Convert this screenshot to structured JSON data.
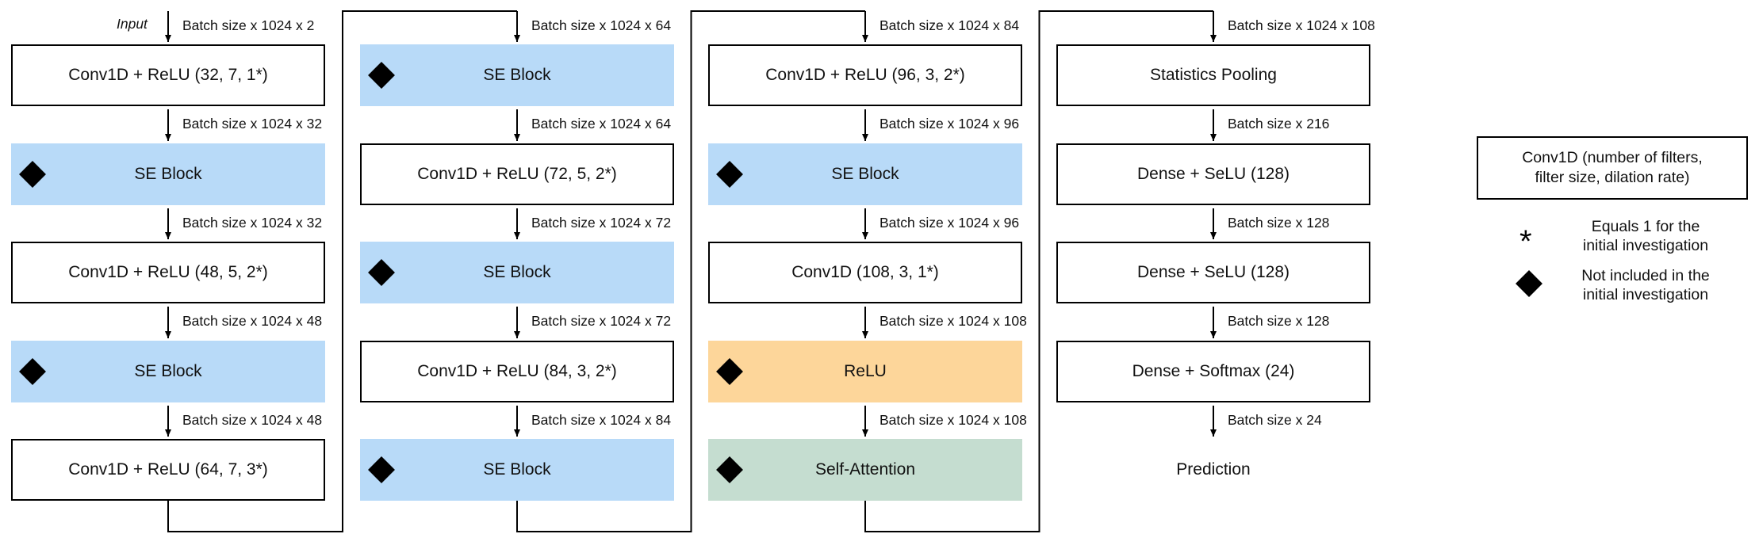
{
  "input_label": "Input",
  "columns": [
    {
      "top_label": "Batch size x 1024 x 2",
      "blocks": [
        {
          "text": "Conv1D + ReLU (32, 7, 1*)",
          "style": "conv",
          "marked": false
        },
        {
          "text": "SE Block",
          "style": "se",
          "marked": true
        },
        {
          "text": "Conv1D + ReLU (48, 5, 2*)",
          "style": "conv",
          "marked": false
        },
        {
          "text": "SE Block",
          "style": "se",
          "marked": true
        },
        {
          "text": "Conv1D + ReLU (64, 7, 3*)",
          "style": "conv",
          "marked": false
        }
      ],
      "between_labels": [
        "Batch size x 1024 x 32",
        "Batch size x 1024 x 32",
        "Batch size x 1024 x 48",
        "Batch size x 1024 x 48"
      ]
    },
    {
      "top_label": "Batch size x 1024 x 64",
      "blocks": [
        {
          "text": "SE Block",
          "style": "se",
          "marked": true
        },
        {
          "text": "Conv1D + ReLU (72, 5, 2*)",
          "style": "conv",
          "marked": false
        },
        {
          "text": "SE Block",
          "style": "se",
          "marked": true
        },
        {
          "text": "Conv1D + ReLU (84, 3, 2*)",
          "style": "conv",
          "marked": false
        },
        {
          "text": "SE Block",
          "style": "se",
          "marked": true
        }
      ],
      "between_labels": [
        "Batch size x 1024 x 64",
        "Batch size x 1024 x 72",
        "Batch size x 1024 x 72",
        "Batch size x 1024 x 84"
      ]
    },
    {
      "top_label": "Batch size x 1024 x 84",
      "blocks": [
        {
          "text": "Conv1D + ReLU (96, 3, 2*)",
          "style": "conv",
          "marked": false
        },
        {
          "text": "SE Block",
          "style": "se",
          "marked": true
        },
        {
          "text": "Conv1D (108, 3, 1*)",
          "style": "conv",
          "marked": false
        },
        {
          "text": "ReLU",
          "style": "relu",
          "marked": true
        },
        {
          "text": "Self-Attention",
          "style": "attention",
          "marked": true
        }
      ],
      "between_labels": [
        "Batch size x 1024 x 96",
        "Batch size x 1024 x 96",
        "Batch size x 1024 x 108",
        "Batch size x 1024 x 108"
      ]
    },
    {
      "top_label": "Batch size x 1024 x 108",
      "blocks": [
        {
          "text": "Statistics Pooling",
          "style": "conv",
          "marked": false
        },
        {
          "text": "Dense + SeLU (128)",
          "style": "conv",
          "marked": false
        },
        {
          "text": "Dense + SeLU (128)",
          "style": "conv",
          "marked": false
        },
        {
          "text": "Dense + Softmax (24)",
          "style": "conv",
          "marked": false
        },
        {
          "text": "Prediction",
          "style": "plain",
          "marked": false
        }
      ],
      "between_labels": [
        "Batch size x 216",
        "Batch size x 128",
        "Batch size x 128",
        "Batch size x 24"
      ]
    }
  ],
  "legend": {
    "box_line1": "Conv1D (number of filters,",
    "box_line2": "filter size, dilation rate)",
    "star_symbol": "*",
    "star_line1": "Equals 1 for the",
    "star_line2": "initial investigation",
    "diamond_line1": "Not included in the",
    "diamond_line2": "initial investigation"
  }
}
